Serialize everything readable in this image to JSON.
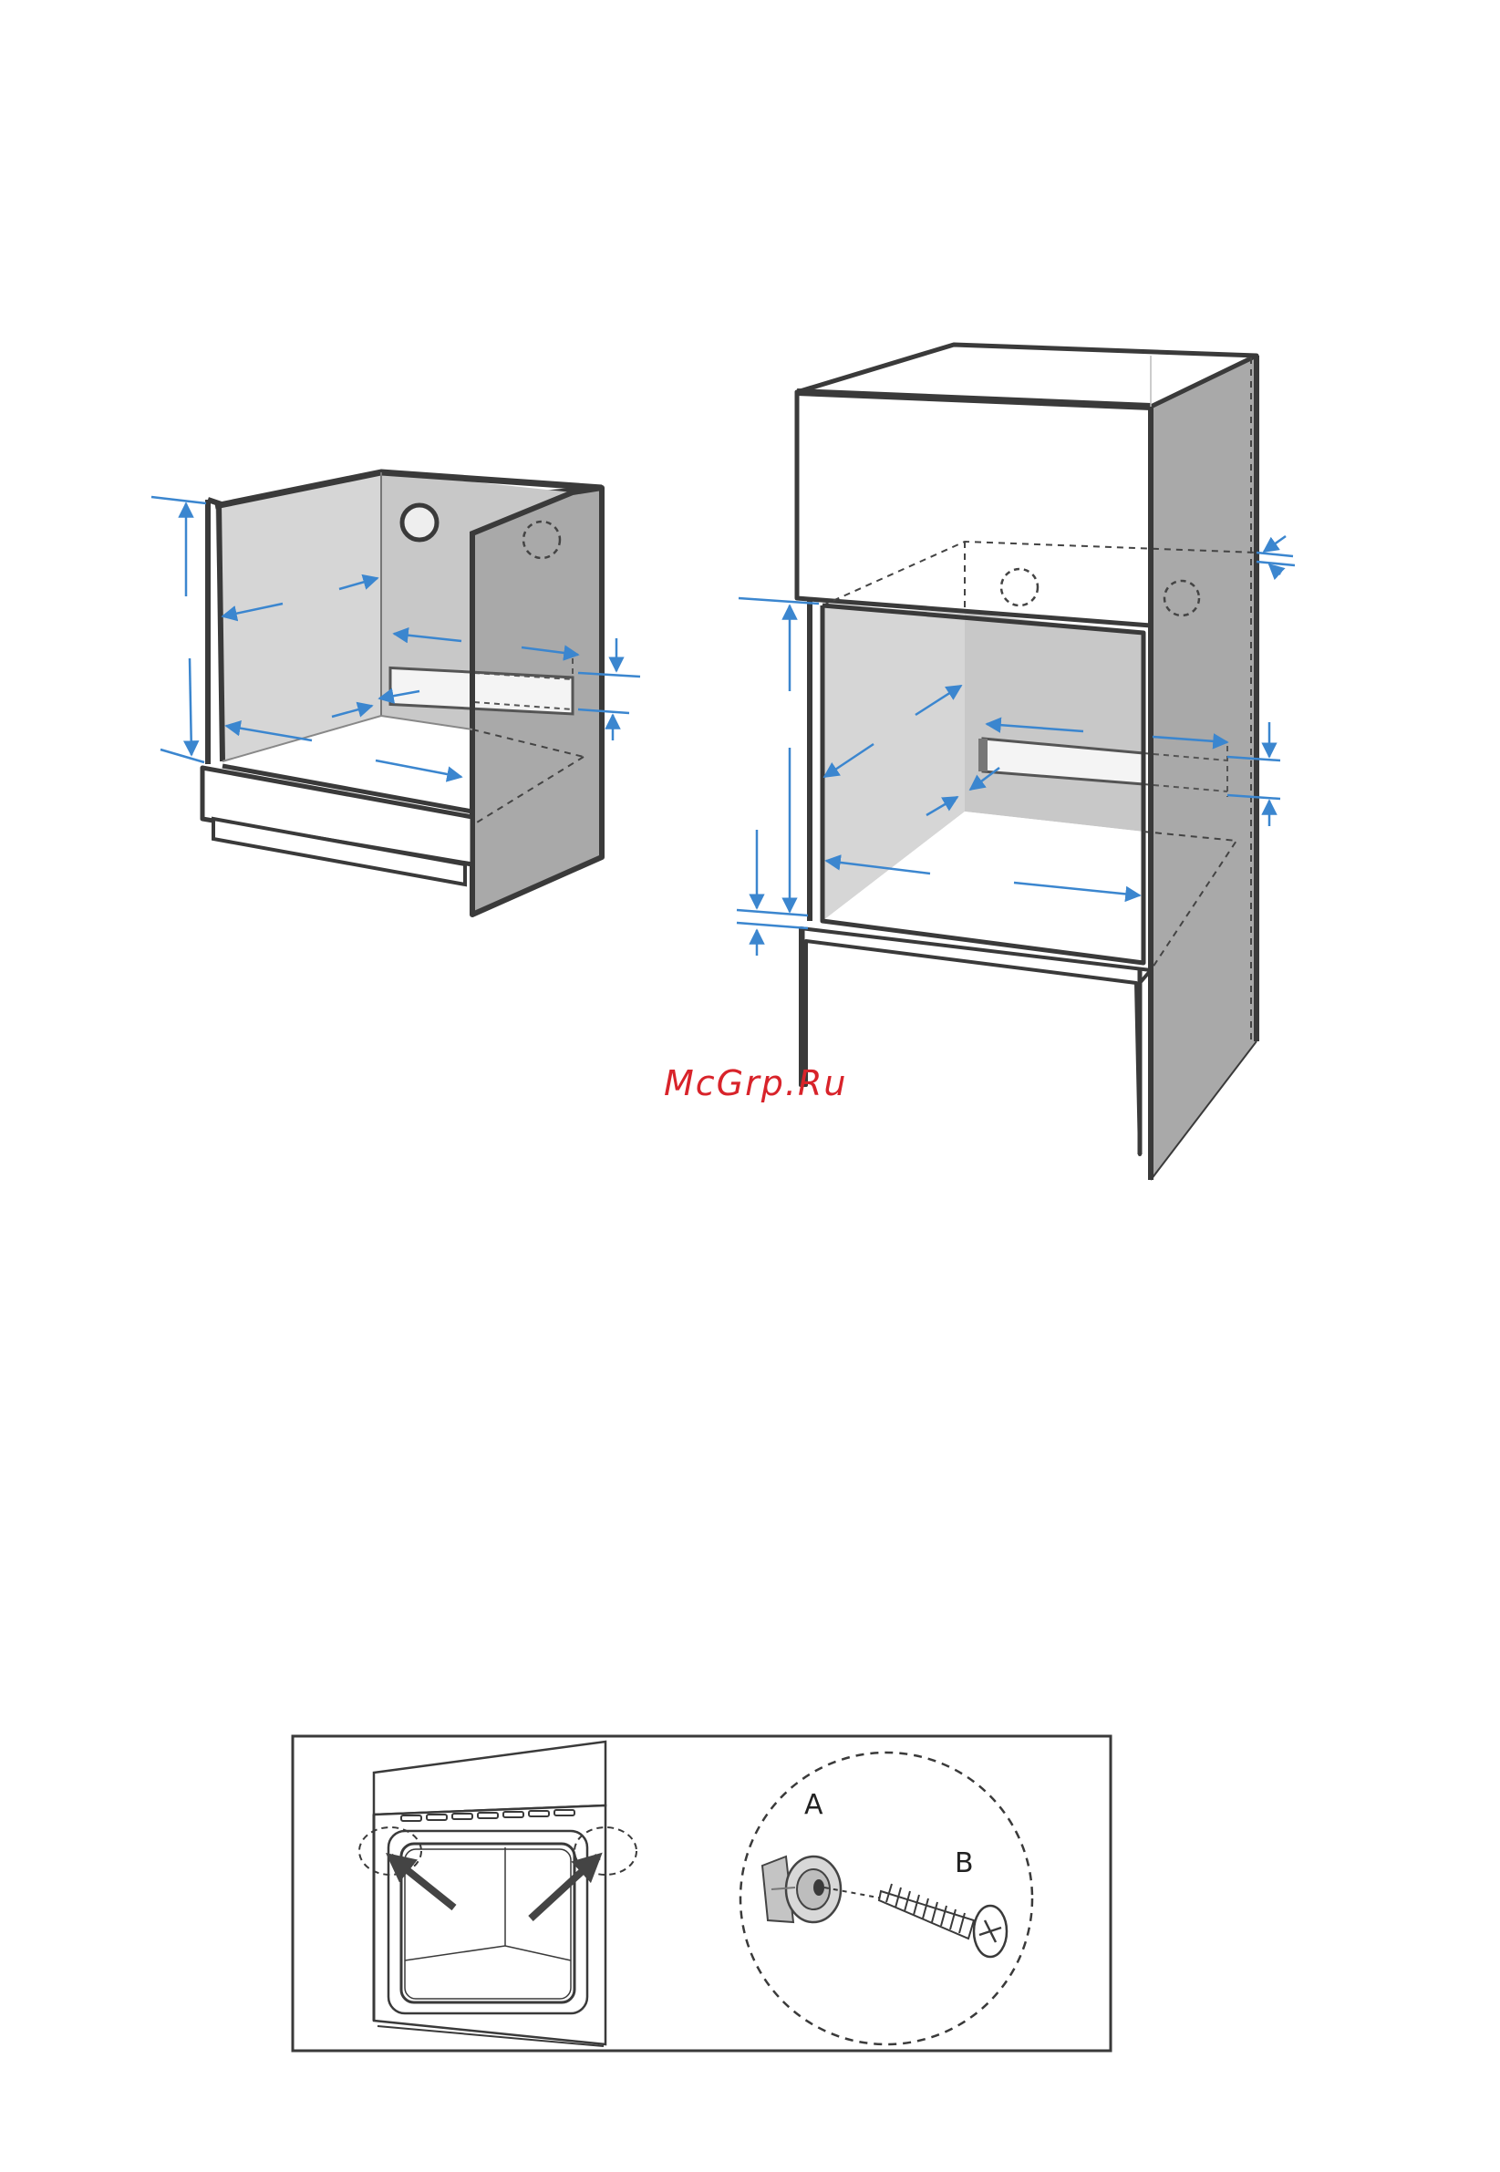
{
  "watermark": "McGrp.Ru",
  "detail": {
    "label_a": "A",
    "label_b": "B"
  },
  "colors": {
    "outline": "#3a3a3a",
    "side_panel": "#a9a9a9",
    "back_wall": "#c8c8c8",
    "left_wall": "#d6d6d6",
    "arrow": "#3b86cf",
    "watermark": "#d8232a"
  }
}
